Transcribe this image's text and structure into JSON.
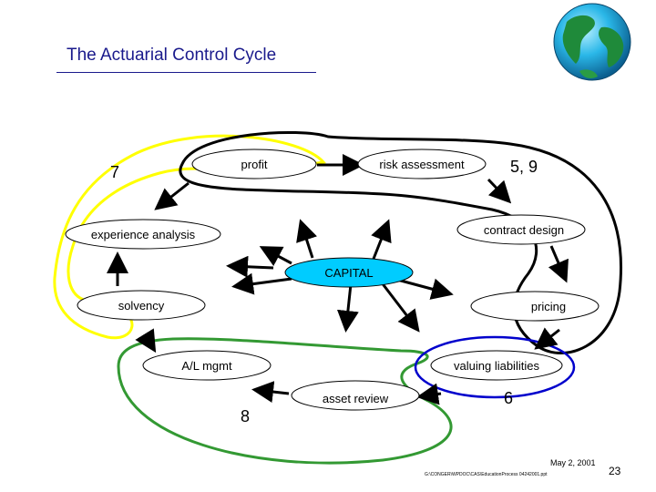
{
  "title": "The Actuarial Control Cycle",
  "nodes": {
    "profit": "profit",
    "risk_assessment": "risk assessment",
    "contract_design": "contract design",
    "experience_analysis": "experience analysis",
    "capital": "CAPITAL",
    "solvency": "solvency",
    "pricing": "pricing",
    "al_mgmt": "A/L mgmt",
    "valuing_liabilities": "valuing liabilities",
    "asset_review": "asset review"
  },
  "numbers": {
    "n7": "7",
    "n59": "5, 9",
    "n6": "6",
    "n8": "8"
  },
  "footer": {
    "date": "May 2, 2001",
    "path": "G:\\CONGER\\WPDOC\\CAS\\EducationProcess 04242001.ppt",
    "page": "23"
  },
  "colors": {
    "node_fill": "#ffffff",
    "capital_fill": "#00ccff",
    "loop_yellow": "#ffff00",
    "loop_black": "#000000",
    "loop_green": "#339933",
    "loop_blue": "#0000cc",
    "title": "#1a1a8c"
  },
  "icons": [
    "globe-icon"
  ]
}
